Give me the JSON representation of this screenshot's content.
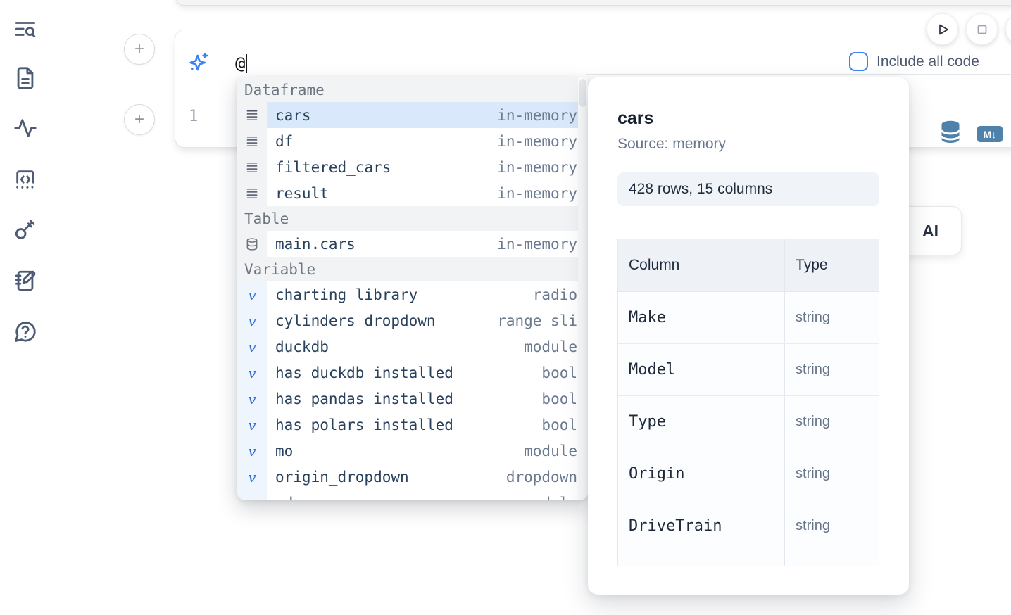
{
  "colors": {
    "accent_blue": "#3b82f6",
    "steel_blue": "#4e82ab",
    "selection_highlight": "#d9e9fb",
    "section_header_bg": "#f2f3f5",
    "badge_bg": "#f0f4f9"
  },
  "sidebar": {
    "icons": [
      "list-search-icon",
      "file-text-icon",
      "activity-icon",
      "snippets-icon",
      "key-icon",
      "scratchpad-icon",
      "help-chat-icon"
    ]
  },
  "toolbar": {
    "include_all_code_label": "Include all code"
  },
  "add_cell": {
    "label": "+"
  },
  "ai_input": {
    "value": "@"
  },
  "code_cell": {
    "line_number": "1",
    "markdown_badge": "M↓"
  },
  "autocomplete": {
    "sections": [
      {
        "label": "Dataframe",
        "kind": "data",
        "icon": "rows-icon",
        "items": [
          {
            "name": "cars",
            "type": "in-memory",
            "selected": true
          },
          {
            "name": "df",
            "type": "in-memory",
            "selected": false
          },
          {
            "name": "filtered_cars",
            "type": "in-memory",
            "selected": false
          },
          {
            "name": "result",
            "type": "in-memory",
            "selected": false
          }
        ]
      },
      {
        "label": "Table",
        "kind": "data",
        "icon": "database-icon",
        "items": [
          {
            "name": "main.cars",
            "type": "in-memory",
            "selected": false
          }
        ]
      },
      {
        "label": "Variable",
        "kind": "var",
        "icon": "variable-icon",
        "glyph": "v",
        "items": [
          {
            "name": "charting_library",
            "type": "radio",
            "selected": false
          },
          {
            "name": "cylinders_dropdown",
            "type": "range_sli",
            "selected": false
          },
          {
            "name": "duckdb",
            "type": "module",
            "selected": false
          },
          {
            "name": "has_duckdb_installed",
            "type": "bool",
            "selected": false
          },
          {
            "name": "has_pandas_installed",
            "type": "bool",
            "selected": false
          },
          {
            "name": "has_polars_installed",
            "type": "bool",
            "selected": false
          },
          {
            "name": "mo",
            "type": "module",
            "selected": false
          },
          {
            "name": "origin_dropdown",
            "type": "dropdown",
            "selected": false
          },
          {
            "name": "pd",
            "type": "module",
            "selected": false
          }
        ]
      }
    ]
  },
  "preview": {
    "title": "cars",
    "source": "Source: memory",
    "shape": "428 rows, 15 columns",
    "table": {
      "headers": [
        "Column",
        "Type"
      ],
      "rows": [
        {
          "column": "Make",
          "type": "string"
        },
        {
          "column": "Model",
          "type": "string"
        },
        {
          "column": "Type",
          "type": "string"
        },
        {
          "column": "Origin",
          "type": "string"
        },
        {
          "column": "DriveTrain",
          "type": "string"
        },
        {
          "column": "",
          "type": ""
        }
      ]
    }
  },
  "partial_ai_button": {
    "label": "AI"
  }
}
